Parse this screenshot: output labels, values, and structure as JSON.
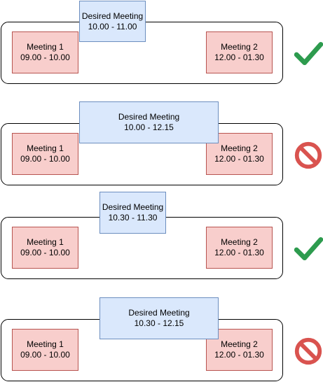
{
  "colors": {
    "meeting_fill": "#f8cecc",
    "desired_fill": "#dae8fc",
    "check": "#2d9b4e",
    "prohibit": "#d9534f"
  },
  "scenarios": [
    {
      "meeting1": {
        "name": "Meeting 1",
        "time": "09.00 - 10.00"
      },
      "meeting2": {
        "name": "Meeting 2",
        "time": "12.00 - 01.30"
      },
      "desired": {
        "name": "Desired Meeting",
        "time": "10.00 - 11.00"
      },
      "result_icon": "check-icon"
    },
    {
      "meeting1": {
        "name": "Meeting 1",
        "time": "09.00 - 10.00"
      },
      "meeting2": {
        "name": "Meeting 2",
        "time": "12.00 - 01.30"
      },
      "desired": {
        "name": "Desired Meeting",
        "time": "10.00 - 12.15"
      },
      "result_icon": "prohibit-icon"
    },
    {
      "meeting1": {
        "name": "Meeting 1",
        "time": "09.00 - 10.00"
      },
      "meeting2": {
        "name": "Meeting 2",
        "time": "12.00 - 01.30"
      },
      "desired": {
        "name": "Desired Meeting",
        "time": "10.30 - 11.30"
      },
      "result_icon": "check-icon"
    },
    {
      "meeting1": {
        "name": "Meeting 1",
        "time": "09.00 - 10.00"
      },
      "meeting2": {
        "name": "Meeting 2",
        "time": "12.00 - 01.30"
      },
      "desired": {
        "name": "Desired Meeting",
        "time": "10.30 - 12.15"
      },
      "result_icon": "prohibit-icon"
    }
  ]
}
